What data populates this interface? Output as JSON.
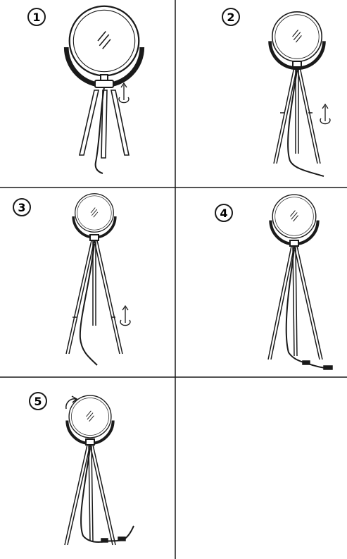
{
  "steps": [
    {
      "number": "1",
      "label": "①",
      "rotation_arrow": "rotate-clockwise-icon"
    },
    {
      "number": "2",
      "label": "②",
      "rotation_arrow": "rotate-clockwise-icon"
    },
    {
      "number": "3",
      "label": "③",
      "rotation_arrow": "rotate-clockwise-icon"
    },
    {
      "number": "4",
      "label": "④",
      "rotation_arrow": ""
    },
    {
      "number": "5",
      "label": "⑤",
      "rotation_arrow": "rotate-mirror-icon"
    }
  ],
  "colors": {
    "line": "#1a1a1a",
    "background": "#ffffff"
  }
}
